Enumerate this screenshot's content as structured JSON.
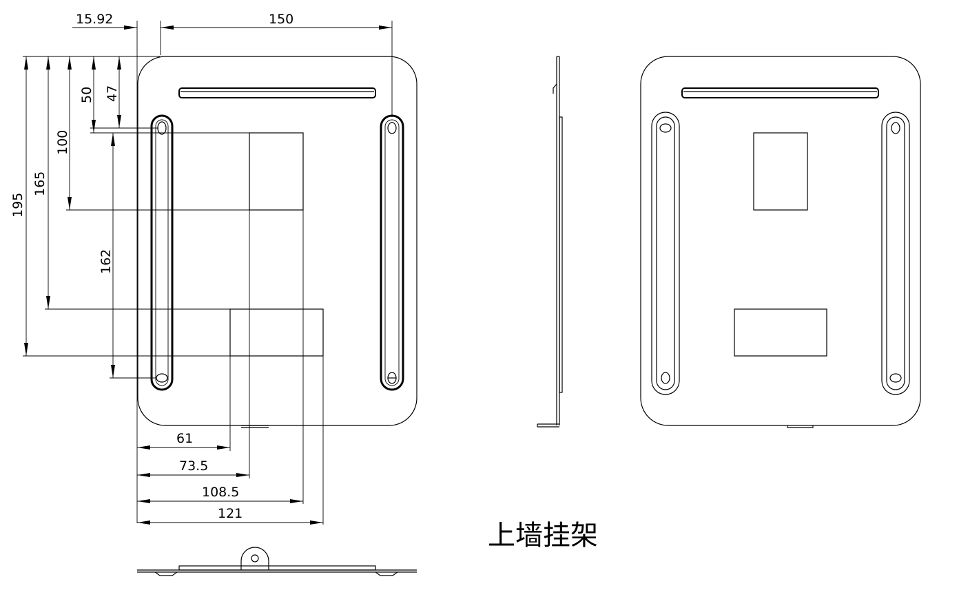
{
  "title": "上墙挂架",
  "dimensions": {
    "d_15_92": "15.92",
    "d_150": "150",
    "d_50": "50",
    "d_47": "47",
    "d_100": "100",
    "d_165": "165",
    "d_195": "195",
    "d_162": "162",
    "d_61": "61",
    "d_73_5": "73.5",
    "d_108_5": "108.5",
    "d_121": "121"
  },
  "colors": {
    "line": "#000000",
    "background": "#ffffff"
  }
}
